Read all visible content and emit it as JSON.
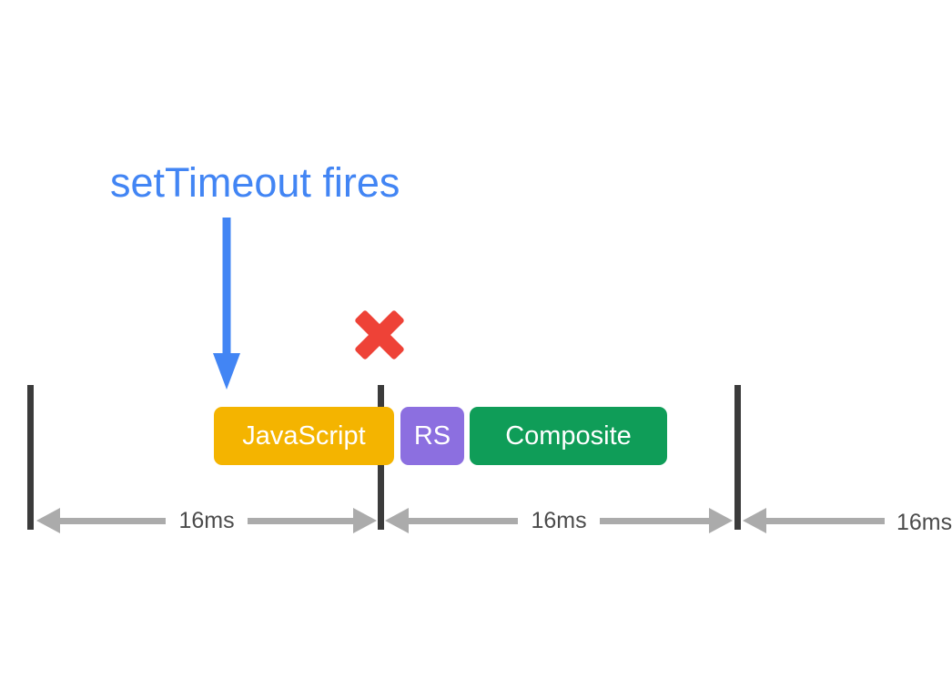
{
  "diagram": {
    "annotation": "setTimeout fires",
    "tasks": [
      {
        "id": "javascript",
        "label": "JavaScript",
        "color": "#F4B400"
      },
      {
        "id": "recalculate-styles",
        "label": "RS",
        "color": "#8C6FE0"
      },
      {
        "id": "composite",
        "label": "Composite",
        "color": "#0F9D58"
      }
    ],
    "frames": [
      {
        "duration_label": "16ms"
      },
      {
        "duration_label": "16ms"
      },
      {
        "duration_label": "16ms"
      }
    ]
  },
  "colors": {
    "background": "#FFFFFF",
    "annotation_blue": "#4285F4",
    "javascript_yellow": "#F4B400",
    "recalc_styles_purple": "#8C6FE0",
    "composite_green": "#0F9D58",
    "missed_frame_red": "#EE4237",
    "measure_arrow_gray": "#ABABAB",
    "frame_tick_dark": "#3B3B3B",
    "measure_label_gray": "#4B4B4B"
  }
}
